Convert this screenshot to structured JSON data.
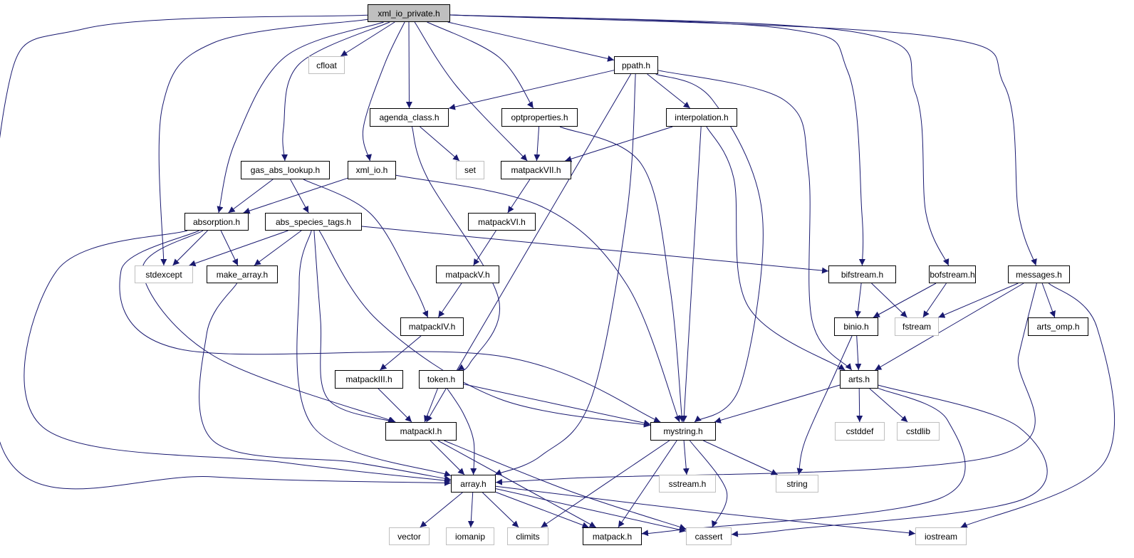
{
  "graph": {
    "edge_color": "#191970",
    "root_fill": "#bfbfbf",
    "external_border": "#bfbfbf",
    "nodes": [
      {
        "id": "xml_io_private",
        "label": "xml_io_private.h",
        "kind": "root"
      },
      {
        "id": "cfloat",
        "label": "cfloat",
        "kind": "external"
      },
      {
        "id": "ppath",
        "label": "ppath.h",
        "kind": "local"
      },
      {
        "id": "agenda_class",
        "label": "agenda_class.h",
        "kind": "local"
      },
      {
        "id": "optproperties",
        "label": "optproperties.h",
        "kind": "local"
      },
      {
        "id": "interpolation",
        "label": "interpolation.h",
        "kind": "local"
      },
      {
        "id": "set",
        "label": "set",
        "kind": "external"
      },
      {
        "id": "matpackVII",
        "label": "matpackVII.h",
        "kind": "local"
      },
      {
        "id": "gas_abs_lookup",
        "label": "gas_abs_lookup.h",
        "kind": "local"
      },
      {
        "id": "xml_io",
        "label": "xml_io.h",
        "kind": "local"
      },
      {
        "id": "absorption",
        "label": "absorption.h",
        "kind": "local"
      },
      {
        "id": "abs_species_tags",
        "label": "abs_species_tags.h",
        "kind": "local"
      },
      {
        "id": "matpackVI",
        "label": "matpackVI.h",
        "kind": "local"
      },
      {
        "id": "stdexcept",
        "label": "stdexcept",
        "kind": "external"
      },
      {
        "id": "make_array",
        "label": "make_array.h",
        "kind": "local"
      },
      {
        "id": "matpackV",
        "label": "matpackV.h",
        "kind": "local"
      },
      {
        "id": "bifstream",
        "label": "bifstream.h",
        "kind": "local"
      },
      {
        "id": "bofstream",
        "label": "bofstream.h",
        "kind": "local"
      },
      {
        "id": "messages",
        "label": "messages.h",
        "kind": "local"
      },
      {
        "id": "matpackIV",
        "label": "matpackIV.h",
        "kind": "local"
      },
      {
        "id": "binio",
        "label": "binio.h",
        "kind": "local"
      },
      {
        "id": "fstream",
        "label": "fstream",
        "kind": "external"
      },
      {
        "id": "arts_omp",
        "label": "arts_omp.h",
        "kind": "local"
      },
      {
        "id": "matpackIII",
        "label": "matpackIII.h",
        "kind": "local"
      },
      {
        "id": "token",
        "label": "token.h",
        "kind": "local"
      },
      {
        "id": "arts",
        "label": "arts.h",
        "kind": "local"
      },
      {
        "id": "matpackI",
        "label": "matpackI.h",
        "kind": "local"
      },
      {
        "id": "mystring",
        "label": "mystring.h",
        "kind": "local"
      },
      {
        "id": "cstddef",
        "label": "cstddef",
        "kind": "external"
      },
      {
        "id": "cstdlib",
        "label": "cstdlib",
        "kind": "external"
      },
      {
        "id": "array",
        "label": "array.h",
        "kind": "local"
      },
      {
        "id": "sstream",
        "label": "sstream.h",
        "kind": "external"
      },
      {
        "id": "string",
        "label": "string",
        "kind": "external"
      },
      {
        "id": "vector",
        "label": "vector",
        "kind": "external"
      },
      {
        "id": "iomanip",
        "label": "iomanip",
        "kind": "external"
      },
      {
        "id": "climits",
        "label": "climits",
        "kind": "external"
      },
      {
        "id": "matpack",
        "label": "matpack.h",
        "kind": "local"
      },
      {
        "id": "cassert",
        "label": "cassert",
        "kind": "external"
      },
      {
        "id": "iostream",
        "label": "iostream",
        "kind": "external"
      }
    ],
    "edges": [
      [
        "xml_io_private",
        "cfloat"
      ],
      [
        "xml_io_private",
        "ppath"
      ],
      [
        "xml_io_private",
        "agenda_class"
      ],
      [
        "xml_io_private",
        "optproperties"
      ],
      [
        "xml_io_private",
        "matpackVII"
      ],
      [
        "xml_io_private",
        "gas_abs_lookup"
      ],
      [
        "xml_io_private",
        "xml_io"
      ],
      [
        "xml_io_private",
        "absorption"
      ],
      [
        "xml_io_private",
        "stdexcept"
      ],
      [
        "xml_io_private",
        "array"
      ],
      [
        "xml_io_private",
        "bifstream"
      ],
      [
        "xml_io_private",
        "bofstream"
      ],
      [
        "xml_io_private",
        "messages"
      ],
      [
        "ppath",
        "agenda_class"
      ],
      [
        "ppath",
        "interpolation"
      ],
      [
        "ppath",
        "mystring"
      ],
      [
        "ppath",
        "arts"
      ],
      [
        "ppath",
        "matpackI"
      ],
      [
        "ppath",
        "array"
      ],
      [
        "agenda_class",
        "set"
      ],
      [
        "agenda_class",
        "token"
      ],
      [
        "optproperties",
        "matpackVII"
      ],
      [
        "optproperties",
        "mystring"
      ],
      [
        "interpolation",
        "matpackVII"
      ],
      [
        "interpolation",
        "mystring"
      ],
      [
        "interpolation",
        "arts"
      ],
      [
        "matpackVII",
        "matpackVI"
      ],
      [
        "matpackVI",
        "matpackV"
      ],
      [
        "matpackV",
        "matpackIV"
      ],
      [
        "matpackIV",
        "matpackIII"
      ],
      [
        "matpackIII",
        "matpackI"
      ],
      [
        "gas_abs_lookup",
        "absorption"
      ],
      [
        "gas_abs_lookup",
        "abs_species_tags"
      ],
      [
        "gas_abs_lookup",
        "matpackIV"
      ],
      [
        "xml_io",
        "absorption"
      ],
      [
        "xml_io",
        "mystring"
      ],
      [
        "absorption",
        "stdexcept"
      ],
      [
        "absorption",
        "make_array"
      ],
      [
        "absorption",
        "matpackI"
      ],
      [
        "absorption",
        "array"
      ],
      [
        "absorption",
        "mystring"
      ],
      [
        "abs_species_tags",
        "stdexcept"
      ],
      [
        "abs_species_tags",
        "make_array"
      ],
      [
        "abs_species_tags",
        "array"
      ],
      [
        "abs_species_tags",
        "matpackI"
      ],
      [
        "abs_species_tags",
        "mystring"
      ],
      [
        "abs_species_tags",
        "bifstream"
      ],
      [
        "make_array",
        "array"
      ],
      [
        "bifstream",
        "binio"
      ],
      [
        "bifstream",
        "fstream"
      ],
      [
        "bofstream",
        "binio"
      ],
      [
        "bofstream",
        "fstream"
      ],
      [
        "messages",
        "fstream"
      ],
      [
        "messages",
        "arts"
      ],
      [
        "messages",
        "arts_omp"
      ],
      [
        "messages",
        "array"
      ],
      [
        "messages",
        "iostream"
      ],
      [
        "binio",
        "arts"
      ],
      [
        "binio",
        "string"
      ],
      [
        "arts",
        "mystring"
      ],
      [
        "arts",
        "cstddef"
      ],
      [
        "arts",
        "cstdlib"
      ],
      [
        "arts",
        "matpack"
      ],
      [
        "arts",
        "cassert"
      ],
      [
        "token",
        "matpackI"
      ],
      [
        "token",
        "array"
      ],
      [
        "token",
        "mystring"
      ],
      [
        "matpackI",
        "array"
      ],
      [
        "matpackI",
        "matpack"
      ],
      [
        "matpackI",
        "cassert"
      ],
      [
        "mystring",
        "sstream"
      ],
      [
        "mystring",
        "string"
      ],
      [
        "mystring",
        "cassert"
      ],
      [
        "mystring",
        "matpack"
      ],
      [
        "mystring",
        "climits"
      ],
      [
        "array",
        "vector"
      ],
      [
        "array",
        "iomanip"
      ],
      [
        "array",
        "climits"
      ],
      [
        "array",
        "matpack"
      ],
      [
        "array",
        "cassert"
      ],
      [
        "array",
        "iostream"
      ]
    ]
  }
}
